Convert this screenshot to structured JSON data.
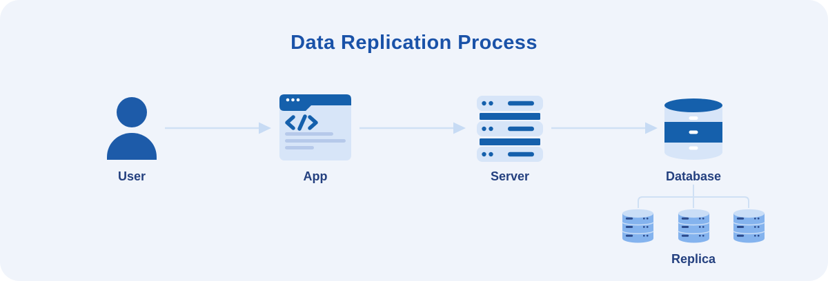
{
  "title": "Data Replication Process",
  "nodes": [
    {
      "id": "user",
      "label": "User"
    },
    {
      "id": "app",
      "label": "App"
    },
    {
      "id": "server",
      "label": "Server"
    },
    {
      "id": "database",
      "label": "Database"
    }
  ],
  "arrows": [
    {
      "from": "user",
      "to": "app"
    },
    {
      "from": "app",
      "to": "server"
    },
    {
      "from": "server",
      "to": "database"
    }
  ],
  "replicas": {
    "label": "Replica",
    "count": 3,
    "parent": "database"
  },
  "theme": {
    "page_bg": "#ffffff",
    "canvas_bg": "#f0f4fb",
    "title_color": "#1a52a8",
    "label_color": "#24407f",
    "icon_dark": "#1560ac",
    "person_color": "#1d5ba9",
    "icon_light": "#d7e5f8",
    "app_lines": "#b6c9ea",
    "replica_body": "#84b3ee",
    "replica_light": "#cadef7",
    "replica_mark": "#2b4a8c",
    "connector": "#cfe0f4",
    "arrowhead": "#c7dbf4",
    "dash_white": "#ffffff"
  }
}
